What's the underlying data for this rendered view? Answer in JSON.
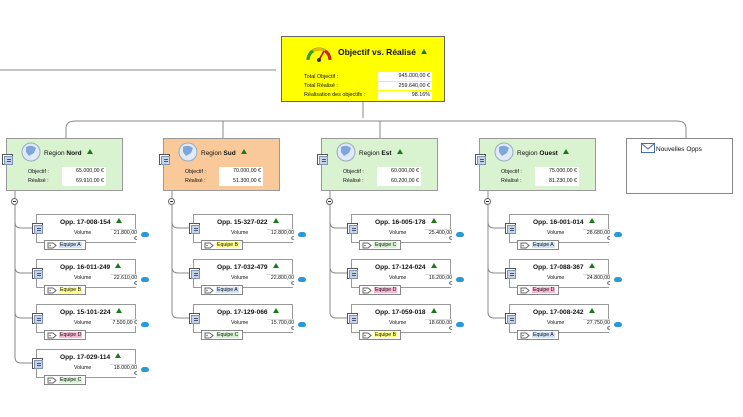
{
  "colors": {
    "root": "#ffff00",
    "green": "#d9f2d0",
    "orange": "#f9c99a",
    "accent": "#1a7a1a",
    "tagA": "#cfe2f7",
    "tagB": "#ffff88",
    "tagC": "#d7f2d2",
    "tagD": "#f8b7d4"
  },
  "root": {
    "title": "Objectif vs. Réalisé",
    "rows": [
      {
        "label": "Total Objectif :",
        "value": "945.000,00 €"
      },
      {
        "label": "Total Réalisé :",
        "value": "259.640,00 €"
      },
      {
        "label": "Réalisation des objectifs :",
        "value": "98.16%"
      }
    ]
  },
  "regions": [
    {
      "prefix": "Region",
      "name": "Nord",
      "color": "green",
      "objectif_label": "Objectif :",
      "objectif": "65.000,00 €",
      "realise_label": "Réalisé :",
      "realise": "69.910,00 €"
    },
    {
      "prefix": "Region",
      "name": "Sud",
      "color": "orange",
      "objectif_label": "Objectif :",
      "objectif": "70.000,00 €",
      "realise_label": "Réalisé :",
      "realise": "51.300,00 €"
    },
    {
      "prefix": "Region",
      "name": "Est",
      "color": "green",
      "objectif_label": "Objectif :",
      "objectif": "60.000,00 €",
      "realise_label": "Réalisé :",
      "realise": "60.200,00 €"
    },
    {
      "prefix": "Region",
      "name": "Ouest",
      "color": "green",
      "objectif_label": "Objectif :",
      "objectif": "75.000,00 €",
      "realise_label": "Réalisé :",
      "realise": "81.230,00 €"
    }
  ],
  "nouvelles": "Nouvelles Opps",
  "volume_label": "Volume",
  "opps": [
    [
      {
        "id": "Opp. 17-008-154",
        "volume": "21.800,00 €",
        "team": "Equipe A",
        "tag": "tagA"
      },
      {
        "id": "Opp. 16-011-249",
        "volume": "22.610,00 €",
        "team": "Equipe B",
        "tag": "tagB"
      },
      {
        "id": "Opp. 15-101-224",
        "volume": "7.500,00 €",
        "team": "Equipe D",
        "tag": "tagD"
      },
      {
        "id": "Opp. 17-029-114",
        "volume": "18.000,00 €",
        "team": "Equipe C",
        "tag": "tagC"
      }
    ],
    [
      {
        "id": "Opp. 15-327-022",
        "volume": "12.800,00 €",
        "team": "Equipe B",
        "tag": "tagB"
      },
      {
        "id": "Opp. 17-032-479",
        "volume": "22.800,00 €",
        "team": "Equipe A",
        "tag": "tagA"
      },
      {
        "id": "Opp. 17-129-066",
        "volume": "15.700,00 €",
        "team": "Equipe C",
        "tag": "tagC"
      }
    ],
    [
      {
        "id": "Opp. 16-005-178",
        "volume": "25.400,00 €",
        "team": "Equipe C",
        "tag": "tagC"
      },
      {
        "id": "Opp. 17-124-024",
        "volume": "16.200,00 €",
        "team": "Equipe D",
        "tag": "tagD"
      },
      {
        "id": "Opp. 17-059-018",
        "volume": "18.600,00 €",
        "team": "Equipe B",
        "tag": "tagB"
      }
    ],
    [
      {
        "id": "Opp. 16-001-014",
        "volume": "28.680,00 €",
        "team": "Equipe A",
        "tag": "tagA"
      },
      {
        "id": "Opp. 17-088-367",
        "volume": "24.800,00 €",
        "team": "Equipe D",
        "tag": "tagD"
      },
      {
        "id": "Opp. 17-008-242",
        "volume": "27.750,00 €",
        "team": "Equipe A",
        "tag": "tagA"
      }
    ]
  ]
}
